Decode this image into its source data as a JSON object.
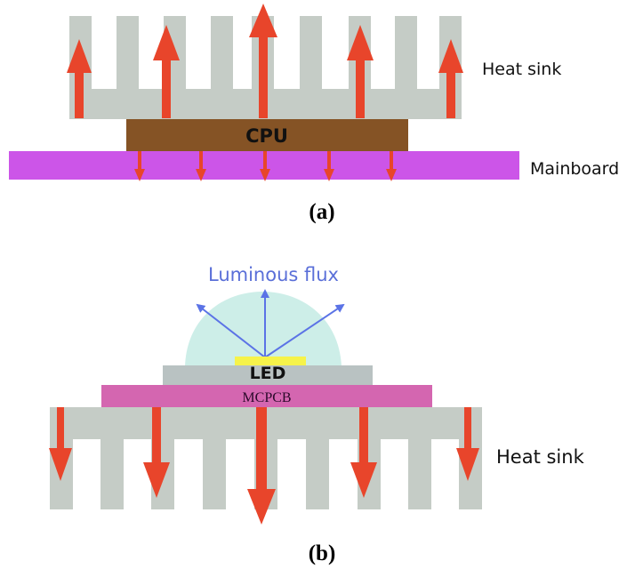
{
  "panel_a": {
    "heat_sink_label": "Heat sink",
    "cpu_label": "CPU",
    "mainboard_label": "Mainboard",
    "caption": "(a)"
  },
  "panel_b": {
    "luminous_flux_label": "Luminous flux",
    "led_label": "LED",
    "mcpcb_label": "MCPCB",
    "heat_sink_label": "Heat sink",
    "caption": "(b)"
  },
  "colors": {
    "heat_sink": "#c5ccc6",
    "cpu": "#855325",
    "mainboard": "#cc55e8",
    "arrow": "#e8452b",
    "led_base": "#b9c2c2",
    "led_chip": "#f6f34a",
    "dome": "#cdeee8",
    "mcpcb": "#d466b0",
    "flux_arrow": "#5b73e6",
    "flux_text": "#5a6fd8"
  }
}
